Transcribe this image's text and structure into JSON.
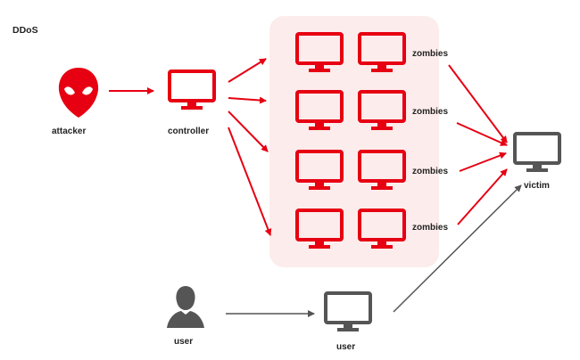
{
  "title": "DDoS",
  "labels": {
    "attacker": "attacker",
    "controller": "controller",
    "zombies": [
      "zombies",
      "zombies",
      "zombies",
      "zombies"
    ],
    "victim": "victim",
    "user_person": "user",
    "user_computer": "user"
  },
  "colors": {
    "red": "#e60012",
    "grey": "#555555",
    "zombie_group_bg": "#fdecec",
    "text": "#222222"
  },
  "icons": {
    "attacker": "alien-head-icon",
    "controller": "monitor-icon",
    "zombie": "monitor-icon",
    "victim": "monitor-icon",
    "user_person": "person-icon",
    "user_computer": "monitor-icon"
  }
}
